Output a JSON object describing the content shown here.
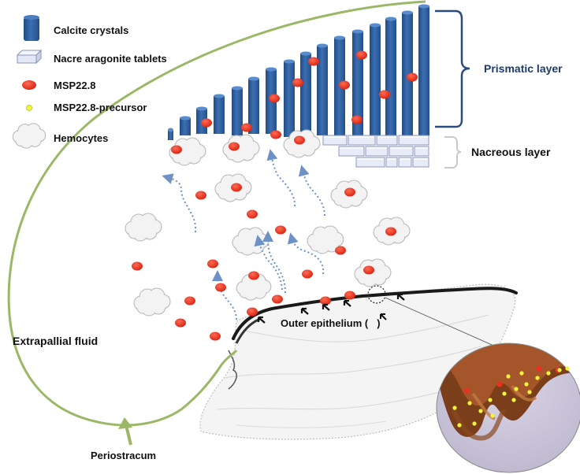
{
  "legend": {
    "calcite": "Calcite crystals",
    "nacre": "Nacre aragonite tablets",
    "msp": "MSP22.8",
    "precursor": "MSP22.8-precursor",
    "hemocytes": "Hemocytes"
  },
  "labels": {
    "prismatic": "Prismatic layer",
    "nacreous": "Nacreous layer",
    "extrapallial": "Extrapallial fluid",
    "outer_epithelium": "Outer epithelium (",
    "outer_epithelium_end": ")",
    "periostracum": "Periostracum"
  },
  "colors": {
    "calcite": "#2f5f9e",
    "nacre": "#e8ecf8",
    "msp": "#e8321f",
    "precursor": "#f2f53a",
    "periostracum": "#9bb867",
    "bracket": "#2a4a80",
    "arrow": "#6f92c6"
  }
}
